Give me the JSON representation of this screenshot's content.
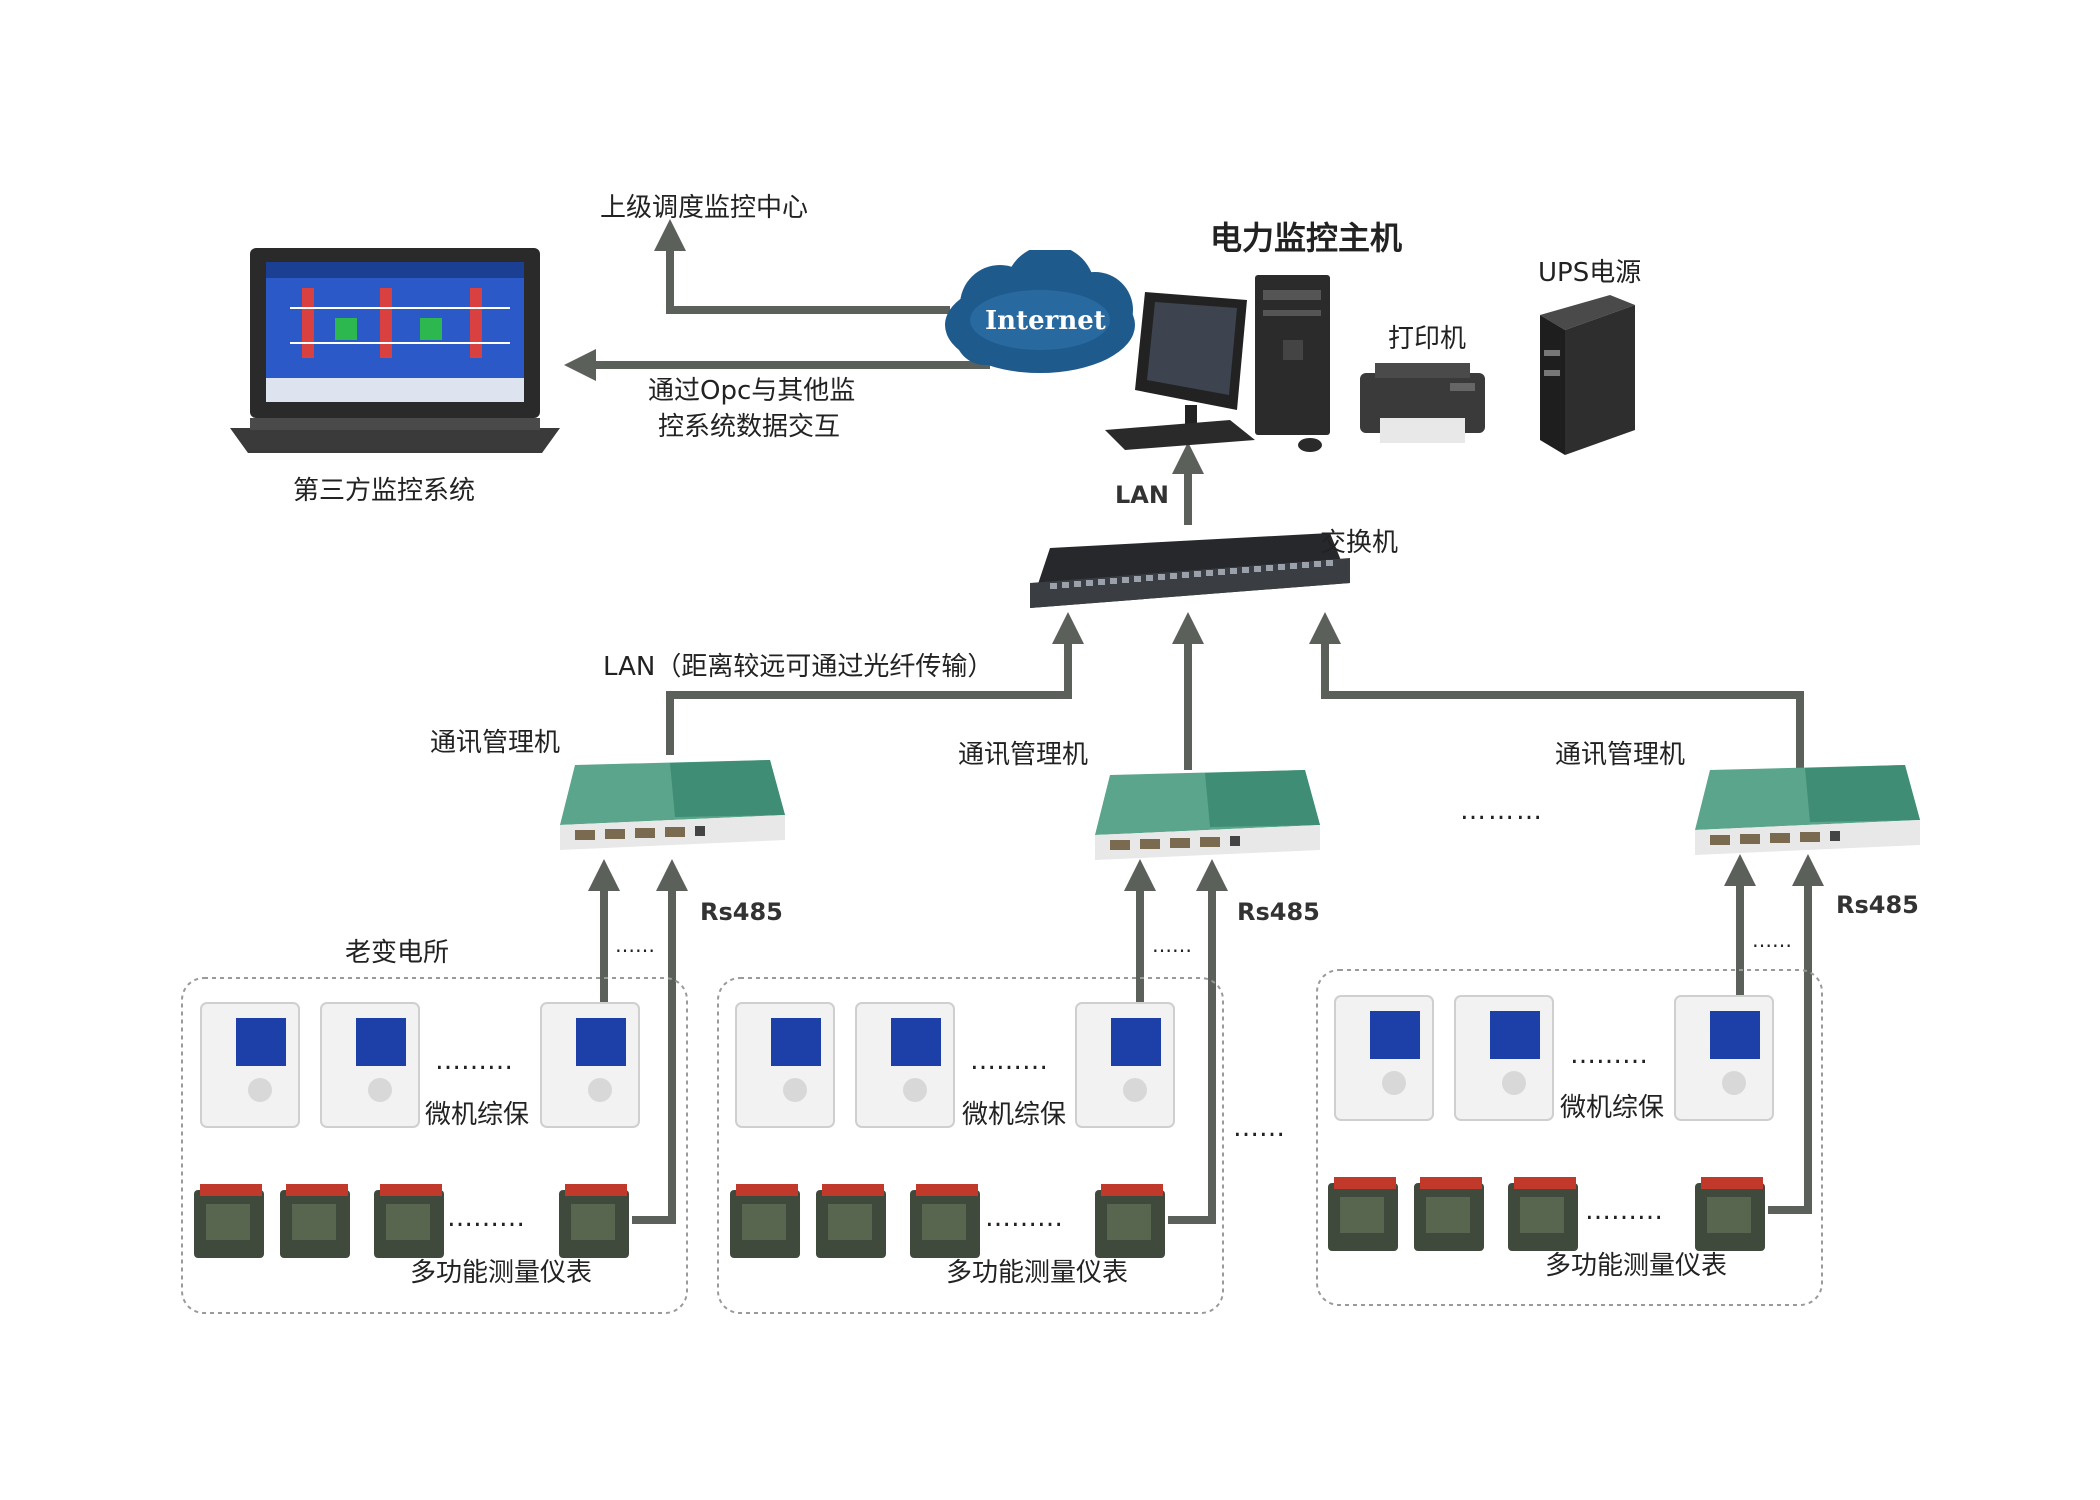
{
  "title": "电力监控主机",
  "labels": {
    "upper_center": "上级调度监控中心",
    "internet": "Internet",
    "opc_line1": "通过Opc与其他监",
    "opc_line2": "控系统数据交互",
    "third_party": "第三方监控系统",
    "printer": "打印机",
    "ups": "UPS电源",
    "lan_top": "LAN",
    "switch": "交换机",
    "lan_fiber": "LAN（距离较远可通过光纤传输）",
    "comm_manager": "通讯管理机",
    "rs485": "Rs485",
    "old_substation": "老变电所",
    "relay": "微机综保",
    "meter": "多功能测量仪表",
    "dots_short": "……",
    "dots_long": "………",
    "dots_mid": "……"
  },
  "colors": {
    "line": "#5b605b",
    "cloud": "#1f5a8c",
    "comm_body": "#5aa58c",
    "relay_screen": "#1c3fa8",
    "meter_body": "#3f4a3c",
    "meter_top": "#c0392b"
  }
}
